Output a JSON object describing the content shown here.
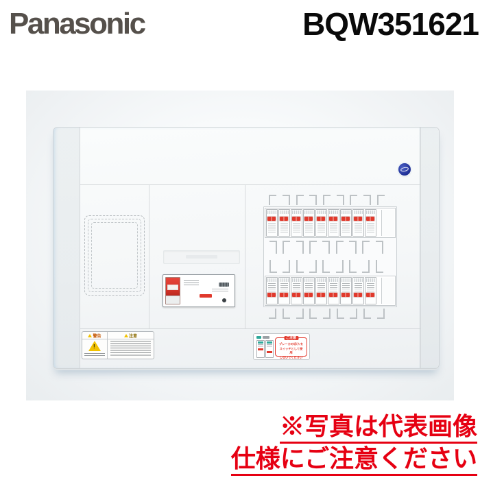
{
  "header": {
    "brand": "Panasonic",
    "model": "BQW351621"
  },
  "colors": {
    "brand_gray": "#55504b",
    "notice_red": "#e60012",
    "toggle_red": "#e0392c",
    "handle_red": "#d6362b",
    "sticker_red": "#e23a2e",
    "warn_yellow": "#f2c200",
    "teal": "#2fa89a",
    "cert_blue": "#1e2e94"
  },
  "panel": {
    "breaker_rows": [
      {
        "name": "top-row",
        "count": 9,
        "toggle_position": "upper"
      },
      {
        "name": "bottom-row",
        "count": 9,
        "toggle_position": "lower"
      }
    ],
    "spare_slots_per_row": 1,
    "warning_label": {
      "left_header": "警告",
      "right_header": "注意"
    },
    "caution_sticker": {
      "tag": "ご注意",
      "lines": [
        "ブレーカの切/入を",
        "スイッチとして使用",
        "しないでください"
      ]
    }
  },
  "footer_notice": {
    "line1": "※写真は代表画像",
    "line2": "仕様にご注意ください"
  }
}
